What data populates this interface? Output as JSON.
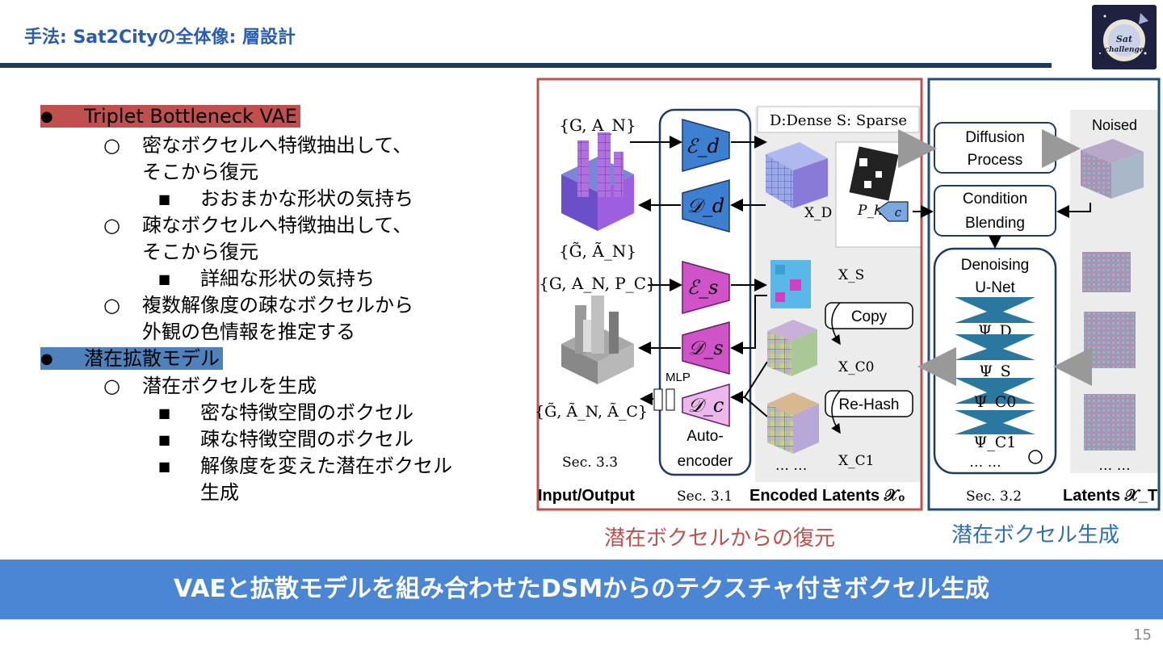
{
  "header": {
    "title": "手法: Sat2Cityの全体像: 層設計"
  },
  "logo": {
    "text_line1": "Sat",
    "text_line2": "challenge"
  },
  "bullets": [
    {
      "level": 1,
      "text": "Triplet Bottleneck VAE"
    },
    {
      "level": 2,
      "text": "密なボクセルへ特徴抽出して、"
    },
    {
      "level": 2,
      "text": "そこから復元"
    },
    {
      "level": 3,
      "text": "おおまかな形状の気持ち"
    },
    {
      "level": 2,
      "text": "疎なボクセルへ特徴抽出して、"
    },
    {
      "level": 2,
      "text": "そこから復元"
    },
    {
      "level": 3,
      "text": "詳細な形状の気持ち"
    },
    {
      "level": 2,
      "text": "複数解像度の疎なボクセルから"
    },
    {
      "level": 2,
      "text": "外観の色情報を推定する"
    },
    {
      "level": 1,
      "text": "潜在拡散モデル"
    },
    {
      "level": 2,
      "text": "潜在ボクセルを生成"
    },
    {
      "level": 3,
      "text": "密な特徴空間のボクセル"
    },
    {
      "level": 3,
      "text": "疎な特徴空間のボクセル"
    },
    {
      "level": 3,
      "text": "解像度を変えた潜在ボクセル"
    },
    {
      "level": 3,
      "text": "生成"
    }
  ],
  "figure": {
    "in_top": "{G, A_N}",
    "in_recon": "{G̃, Ã_N}",
    "in_sparse": "{G, A_N, P_C}",
    "out_color": "{G̃, Ã_N, Ã_C}",
    "enc_d": "ℰ_d",
    "dec_d": "𝒟_d",
    "enc_s": "ℰ_s",
    "dec_s": "𝒟_s",
    "dec_c": "𝒟_c",
    "mlp": "MLP",
    "autoencoder_line1": "Auto-",
    "autoencoder_line2": "encoder",
    "dense_sparse": "D:Dense   S: Sparse",
    "x_d": "X_D",
    "p_h": "P_h",
    "c_label": "c",
    "x_s": "X_S",
    "copy": "Copy",
    "x_c0": "X_C0",
    "rehash": "Re-Hash",
    "x_c1": "X_C1",
    "dots": "… …",
    "sec33": "Sec. 3.3",
    "sec31": "Sec. 3.1",
    "sec32": "Sec. 3.2",
    "input_output": "Input/Output",
    "encoded_latents": "Encoded Latents 𝒳₀",
    "latents": "Latents 𝒳_T",
    "diffusion_line1": "Diffusion",
    "diffusion_line2": "Process",
    "condition_line1": "Condition",
    "condition_line2": "Blending",
    "denoising_line1": "Denoising",
    "denoising_line2": "U-Net",
    "psi_d": "Ψ_D",
    "psi_s": "Ψ_S",
    "psi_c0": "Ψ_C0",
    "psi_c1": "Ψ_C1",
    "noised": "Noised",
    "colors": {
      "red_box": "#c0504d",
      "blue_box": "#1f4e79",
      "enc_d": "#3d7fd0",
      "enc_s": "#d054c8",
      "dec_c": "#eab8ea"
    }
  },
  "captions": {
    "left": "潜在ボクセルからの復元",
    "right": "潜在ボクセル生成"
  },
  "banner": {
    "text": "VAEと拡散モデルを組み合わせたDSMからのテクスチャ付きボクセル生成"
  },
  "page_number": "15"
}
